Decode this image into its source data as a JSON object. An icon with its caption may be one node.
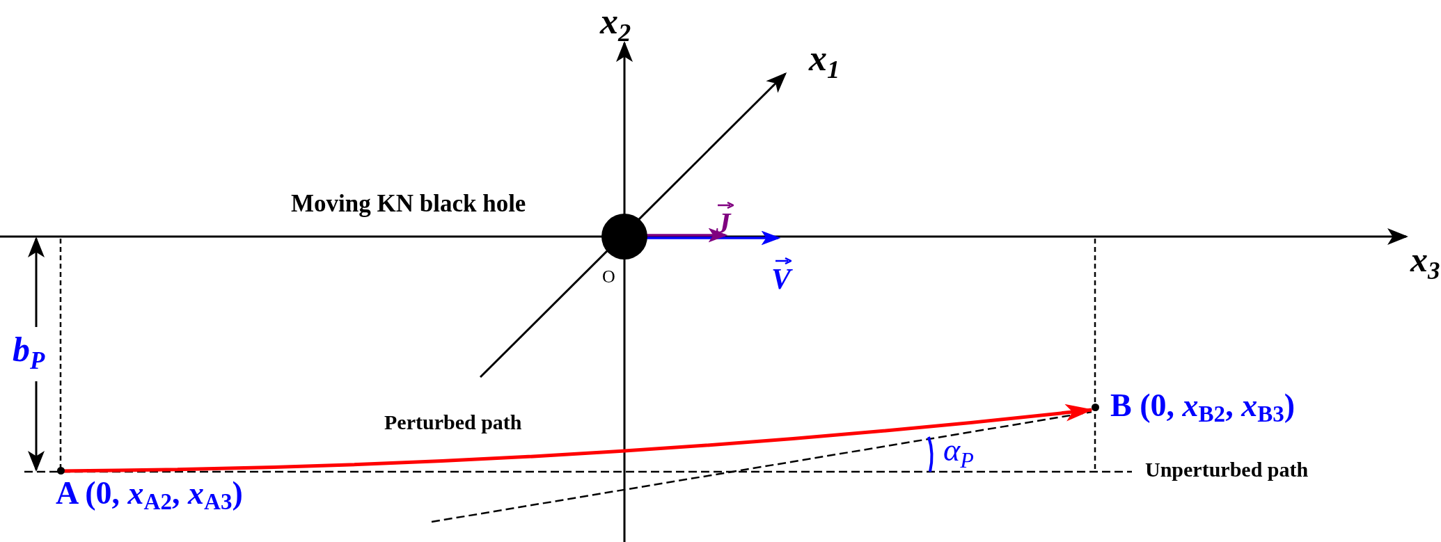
{
  "diagram": {
    "nodes": [
      {
        "text": [
          "A (0, *x*$_{A2}$, *x*$_{A3}$)"
        ]
      },
      {
        "text": [
          "B (0, *x*$_{B2}$, *x*$_{B3}$)"
        ]
      },
      {
        "text": [
          "Moving KN black hole"
        ],
        "beside": [
          "O"
        ]
      }
    ],
    "edges": [
      {
        "from": 0,
        "to": 1,
        "arrow": "to",
        "color": "#ff0000"
      }
    ],
    "labels": [
      "x$_{2}$",
      "x$_{1}$",
      "J",
      "x$_{3}$",
      "V",
      "b$_{P}$",
      "Perturbed path",
      "α$_{P}$",
      "Unperturbed path"
    ]
  }
}
